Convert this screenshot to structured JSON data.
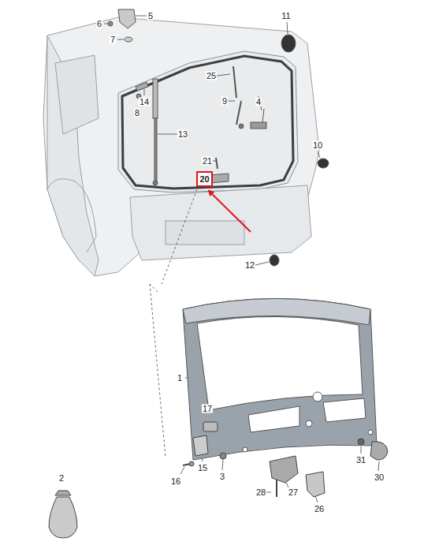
{
  "diagram": {
    "nodes": [
      {
        "text": [
          "20"
        ]
      }
    ],
    "labels": [
      "6",
      "5",
      "7",
      "11",
      "25",
      "14",
      "8",
      "9",
      "4",
      "13",
      "10",
      "21",
      "12",
      "1",
      "17",
      "2",
      "15",
      "16",
      "3",
      "28",
      "27",
      "26",
      "31",
      "30"
    ]
  }
}
